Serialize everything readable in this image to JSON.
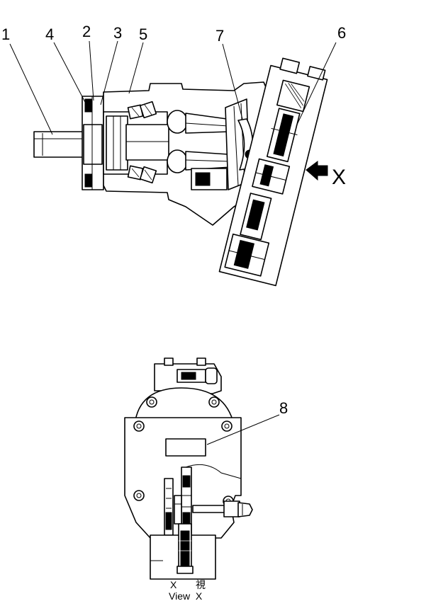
{
  "callouts": {
    "c1": "1",
    "c2": "2",
    "c3": "3",
    "c4": "4",
    "c5": "5",
    "c6": "6",
    "c7": "7",
    "c8": "8"
  },
  "view_arrow_label": "X",
  "caption": {
    "line1_x": "X",
    "line1_kanji": "視",
    "line2": "View  X"
  }
}
